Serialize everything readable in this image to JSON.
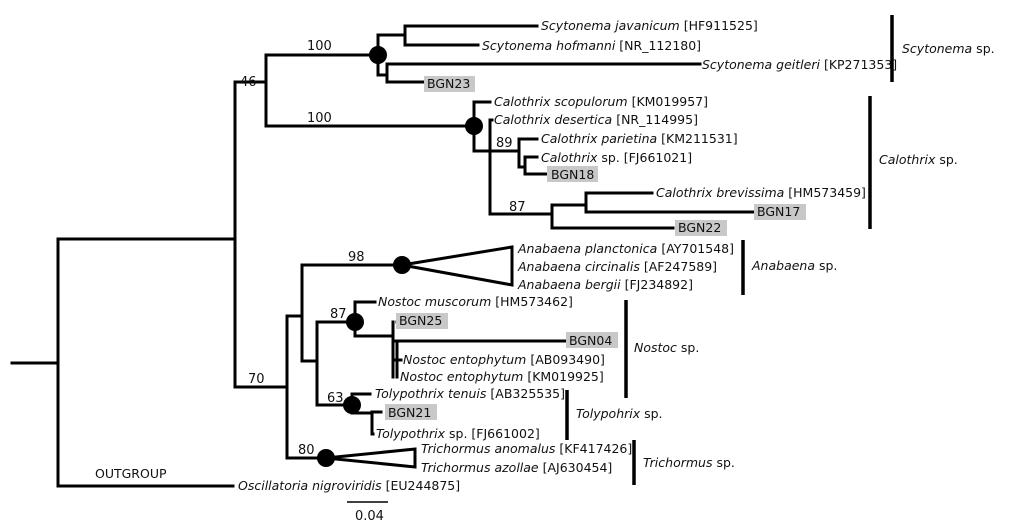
{
  "tree": {
    "scale_bar_label": "0.04",
    "outgroup_label": "OUTGROUP",
    "leaves": [
      {
        "id": "scy_jav",
        "genus_species": "Scytonema javanicum",
        "accession": "[HF911525]",
        "highlight": false
      },
      {
        "id": "scy_hof",
        "genus_species": "Scytonema hofmanni",
        "accession": "[NR_112180]",
        "highlight": false
      },
      {
        "id": "scy_gei",
        "genus_species": "Scytonema geitleri",
        "accession": "[KP271353]",
        "highlight": false
      },
      {
        "id": "bgn23",
        "genus_species": "",
        "accession": "BGN23",
        "highlight": true
      },
      {
        "id": "cal_sco",
        "genus_species": "Calothrix scopulorum",
        "accession": "[KM019957]",
        "highlight": false
      },
      {
        "id": "cal_des",
        "genus_species": "Calothrix desertica",
        "accession": "[NR_114995]",
        "highlight": false
      },
      {
        "id": "cal_par",
        "genus_species": "Calothrix parietina",
        "accession": "[KM211531]",
        "highlight": false
      },
      {
        "id": "cal_sp",
        "genus_species": "Calothrix",
        "suffix": " sp.",
        "accession": "[FJ661021]",
        "highlight": false
      },
      {
        "id": "bgn18",
        "genus_species": "",
        "accession": "BGN18",
        "highlight": true
      },
      {
        "id": "cal_bre",
        "genus_species": "Calothrix brevissima",
        "accession": "[HM573459]",
        "highlight": false
      },
      {
        "id": "bgn17",
        "genus_species": "",
        "accession": "BGN17",
        "highlight": true
      },
      {
        "id": "bgn22",
        "genus_species": "",
        "accession": "BGN22",
        "highlight": true
      },
      {
        "id": "ana_pla",
        "genus_species": "Anabaena planctonica",
        "accession": "[AY701548]",
        "highlight": false
      },
      {
        "id": "ana_cir",
        "genus_species": "Anabaena circinalis",
        "accession": "[AF247589]",
        "highlight": false
      },
      {
        "id": "ana_ber",
        "genus_species": "Anabaena bergii",
        "accession": "[FJ234892]",
        "highlight": false
      },
      {
        "id": "nos_mus",
        "genus_species": "Nostoc muscorum",
        "accession": "[HM573462]",
        "highlight": false
      },
      {
        "id": "bgn25",
        "genus_species": "",
        "accession": "BGN25",
        "highlight": true
      },
      {
        "id": "bgn04",
        "genus_species": "",
        "accession": "BGN04",
        "highlight": true
      },
      {
        "id": "nos_ent1",
        "genus_species": "Nostoc entophytum",
        "accession": "[AB093490]",
        "highlight": false
      },
      {
        "id": "nos_ent2",
        "genus_species": "Nostoc entophytum",
        "accession": "[KM019925]",
        "highlight": false
      },
      {
        "id": "tol_ten",
        "genus_species": "Tolypothrix tenuis",
        "accession": "[AB325535]",
        "highlight": false
      },
      {
        "id": "bgn21",
        "genus_species": "",
        "accession": "BGN21",
        "highlight": true
      },
      {
        "id": "tol_sp",
        "genus_species": "Tolypothrix",
        "suffix": " sp.",
        "accession": "[FJ661002]",
        "highlight": false
      },
      {
        "id": "tri_ano",
        "genus_species": "Trichormus anomalus",
        "accession": "[KF417426]",
        "highlight": false
      },
      {
        "id": "tri_azo",
        "genus_species": "Trichormus azollae",
        "accession": "[AJ630454]",
        "highlight": false
      },
      {
        "id": "osc_nig",
        "genus_species": "Oscillatoria nigroviridis",
        "accession": "[EU244875]",
        "highlight": false
      }
    ],
    "support_values": [
      {
        "id": "s_scy",
        "value": "100"
      },
      {
        "id": "s_46",
        "value": "46"
      },
      {
        "id": "s_cal",
        "value": "100"
      },
      {
        "id": "s_89",
        "value": "89"
      },
      {
        "id": "s_87a",
        "value": "87"
      },
      {
        "id": "s_ana",
        "value": "98"
      },
      {
        "id": "s_nos",
        "value": "87"
      },
      {
        "id": "s_70",
        "value": "70"
      },
      {
        "id": "s_tol",
        "value": "63"
      },
      {
        "id": "s_tri",
        "value": "80"
      }
    ],
    "clades": [
      {
        "id": "c_scy",
        "genus": "Scytonema",
        "suffix": " sp."
      },
      {
        "id": "c_cal",
        "genus": "Calothrix",
        "suffix": " sp."
      },
      {
        "id": "c_ana",
        "genus": "Anabaena",
        "suffix": " sp."
      },
      {
        "id": "c_nos",
        "genus": "Nostoc",
        "suffix": " sp."
      },
      {
        "id": "c_tol",
        "genus": "Tolypohrix",
        "suffix": " sp."
      },
      {
        "id": "c_tri",
        "genus": "Trichormus",
        "suffix": " sp."
      }
    ],
    "colors": {
      "highlight": "#c8c8c8",
      "line": "#000000"
    }
  }
}
